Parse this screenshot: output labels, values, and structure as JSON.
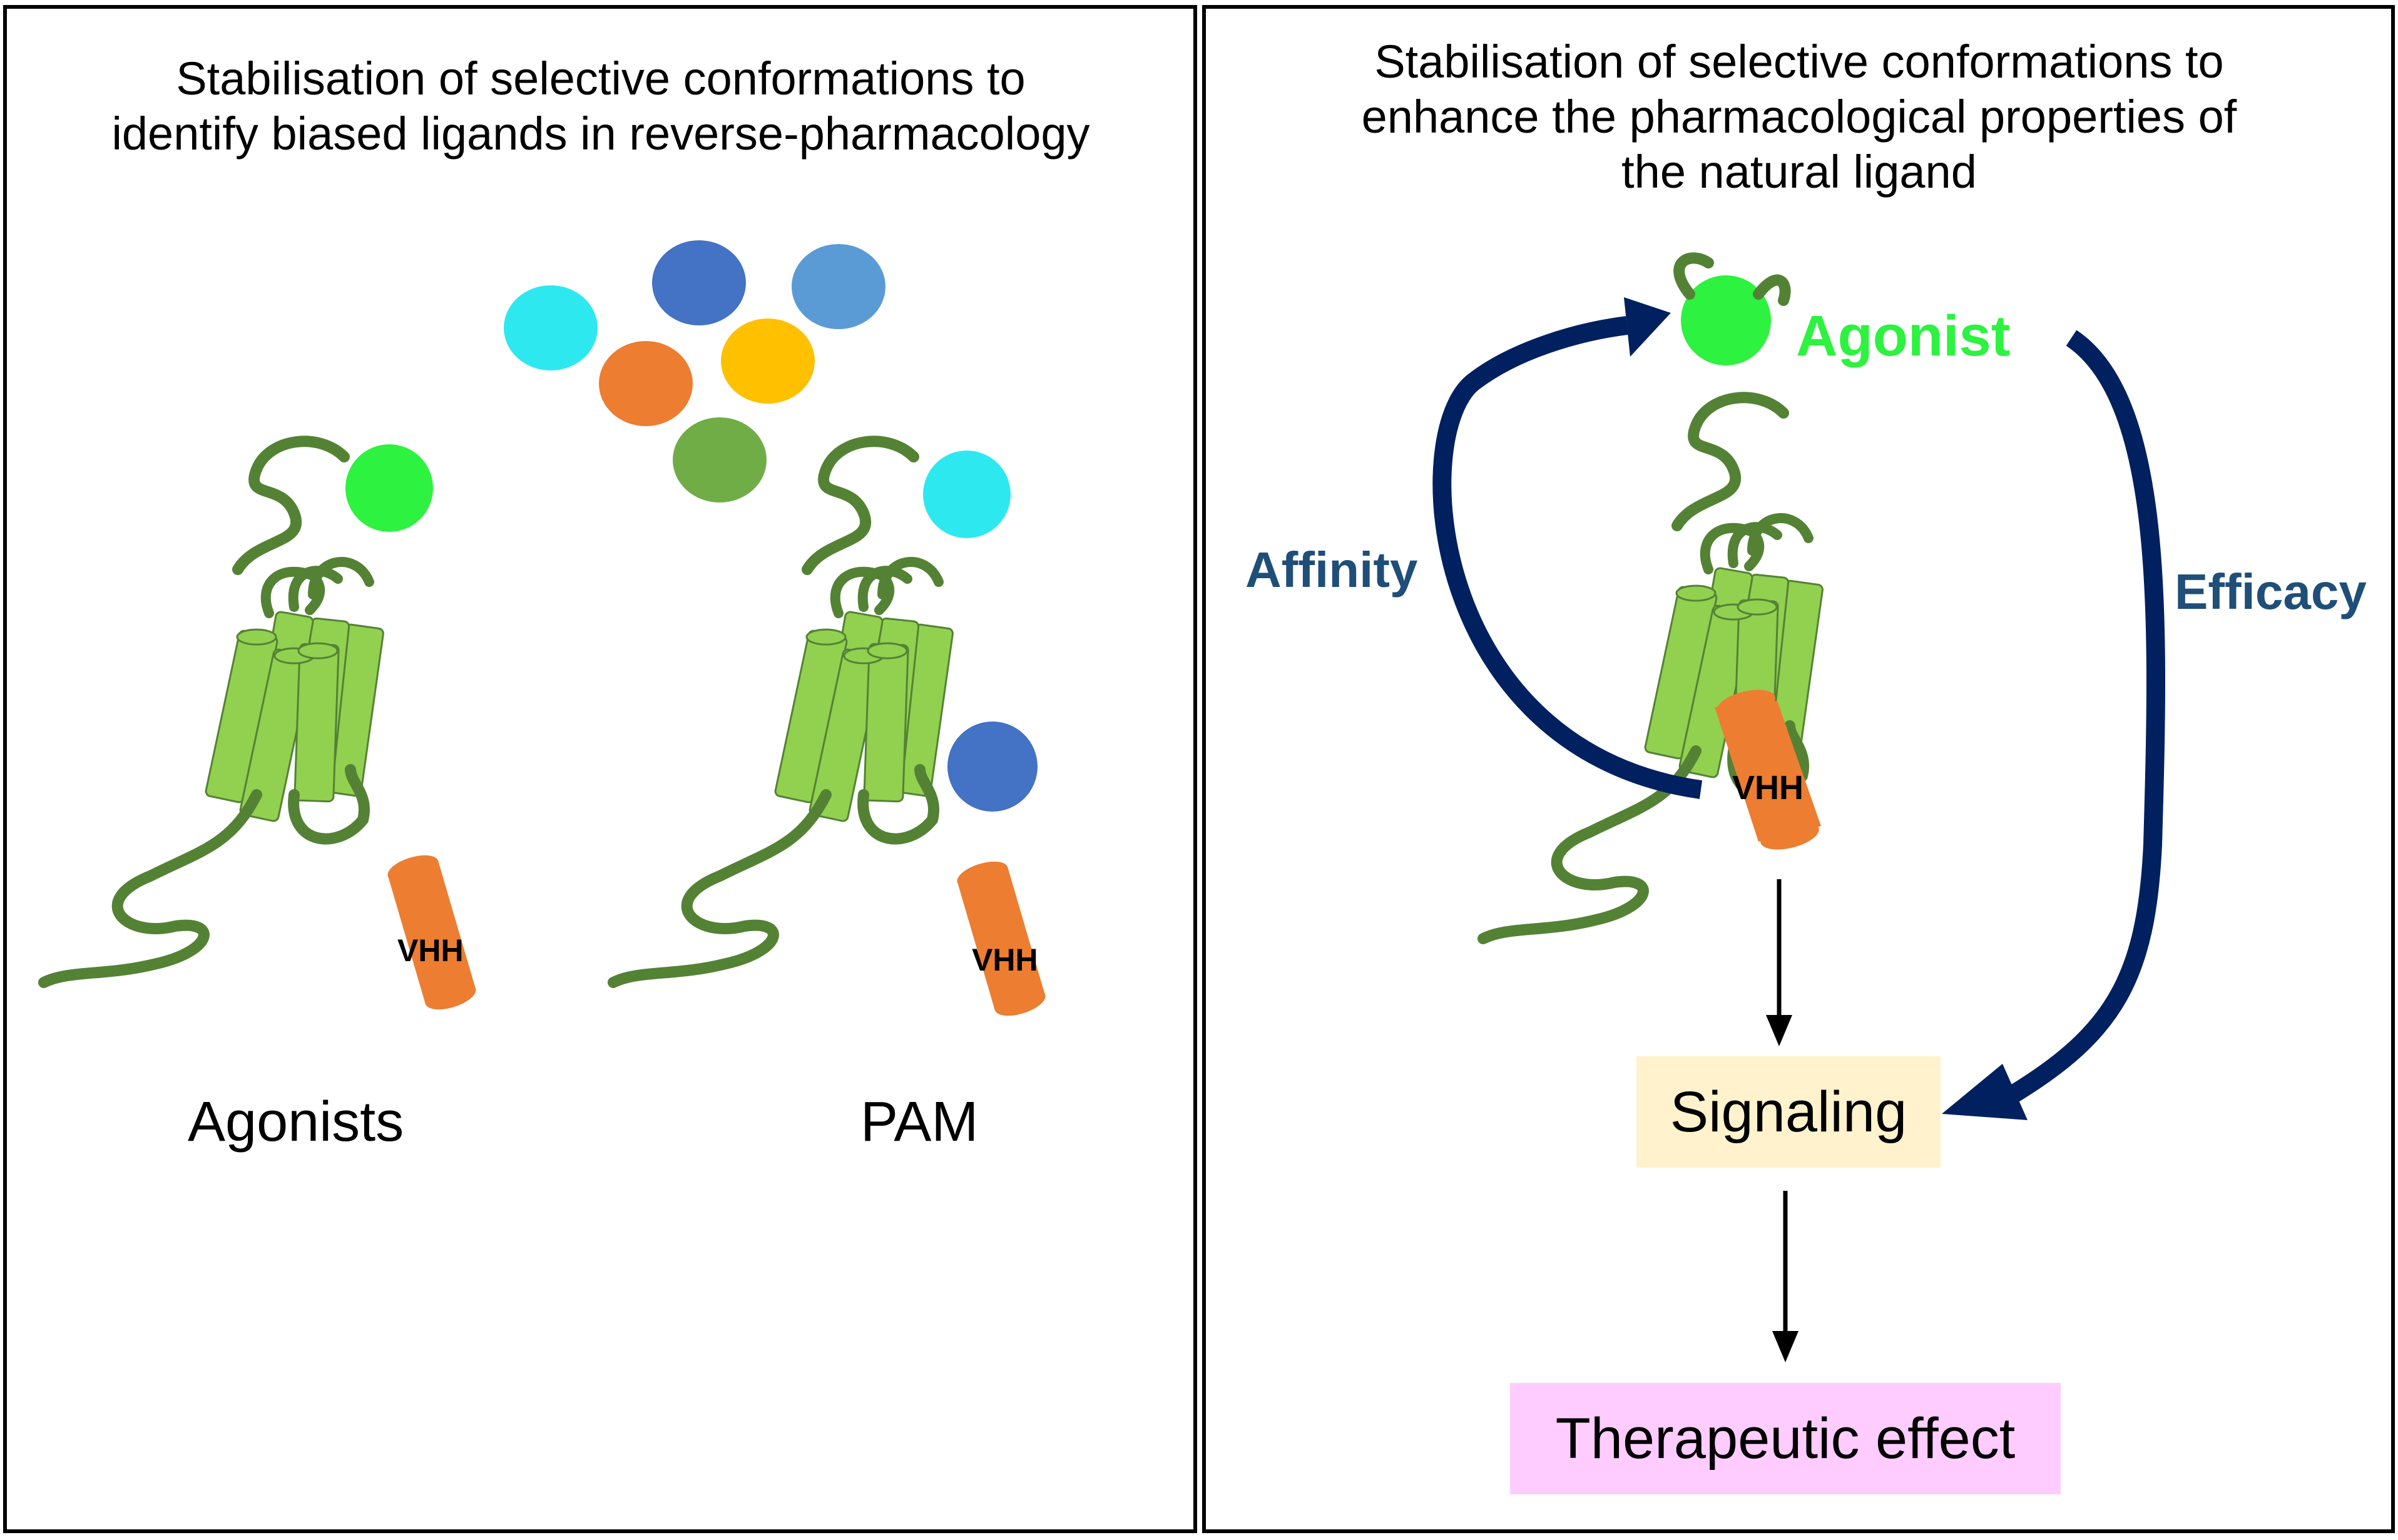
{
  "left_panel": {
    "title": "Stabilisation of selective conformations to\nidentify biased ligands in reverse-pharmacology",
    "receptor_left_label": "Agonists",
    "receptor_right_label": "PAM",
    "vhh_label": "VHH"
  },
  "right_panel": {
    "title": "Stabilisation of selective conformations to\nenhance the pharmacological properties of\nthe natural ligand",
    "agonist_label": "Agonist",
    "affinity_label": "Affinity",
    "efficacy_label": "Efficacy",
    "vhh_label": "VHH",
    "signaling_label": "Signaling",
    "therapeutic_label": "Therapeutic effect"
  },
  "colors": {
    "helix_fill": "#92d050",
    "loop_stroke": "#548235",
    "vhh_fill": "#ed7d31",
    "agonist_green": "#2df23f",
    "cyan": "#2ee8f0",
    "dark_blue": "#4472c4",
    "light_blue": "#5b9bd5",
    "orange": "#ed7d31",
    "yellow": "#ffc000",
    "olive_green": "#70ad47",
    "arrow_navy": "#002060",
    "label_navy": "#1f4e79",
    "signaling_box": "#fff2cc",
    "therapeutic_box": "#ffccff"
  }
}
